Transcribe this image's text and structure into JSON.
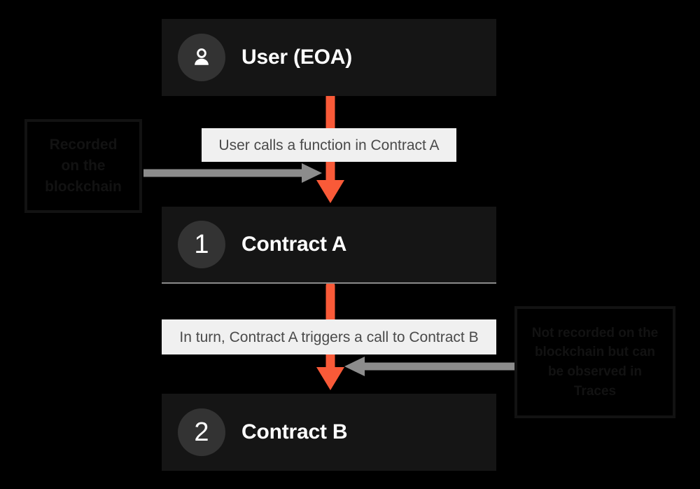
{
  "diagram": {
    "title": "Transaction call flow",
    "background_color": "#000000",
    "accent_color": "#F95A38",
    "node_fill_color": "#151515",
    "badge_color": "#333333",
    "chip_fill_color": "#F0F0F0",
    "chip_text_color": "#4A4A4A",
    "connector_color": "#8C8C8C",
    "nodes": [
      {
        "id": "user",
        "label": "User (EOA)",
        "badge": "user-icon",
        "badge_type": "icon"
      },
      {
        "id": "contract-a",
        "label": "Contract A",
        "badge": "1",
        "badge_type": "number"
      },
      {
        "id": "contract-b",
        "label": "Contract B",
        "badge": "2",
        "badge_type": "number"
      }
    ],
    "edges": [
      {
        "id": "edge-1",
        "from": "user",
        "to": "contract-a",
        "label": "User calls a function in Contract A"
      },
      {
        "id": "edge-2",
        "from": "contract-a",
        "to": "contract-b",
        "label": "In turn, Contract A triggers a call to Contract B"
      }
    ],
    "callouts": [
      {
        "id": "callout-left",
        "side": "left",
        "points_to": "edge-1",
        "lines": [
          "Recorded",
          "on the",
          "blockchain"
        ],
        "text": "Recorded on the blockchain"
      },
      {
        "id": "callout-right",
        "side": "right",
        "points_to": "edge-2",
        "lines": [
          "Not recorded on the",
          "blockchain but can",
          "be observed in",
          "Traces"
        ],
        "text": "Not recorded on the blockchain but can be observed in Traces"
      }
    ]
  }
}
